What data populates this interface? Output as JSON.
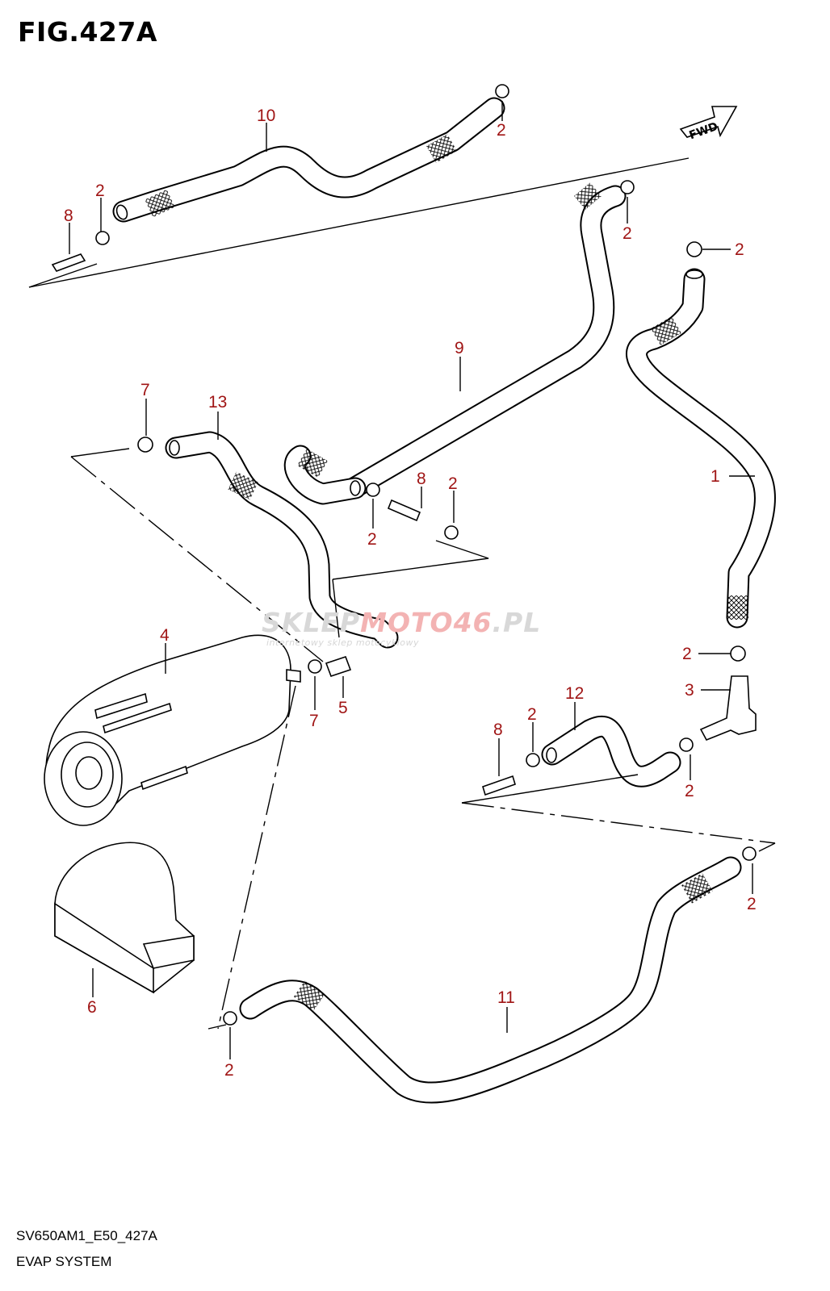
{
  "figure": {
    "title": "FIG.427A",
    "code": "SV650AM1_E50_427A",
    "name": "EVAP SYSTEM"
  },
  "direction_badge": "FWD",
  "watermark": {
    "part1": "SKLEP",
    "part2": "MOTO46",
    "part3": ".PL",
    "sub": "internetowy sklep motocyklowy"
  },
  "callouts": [
    {
      "id": "c10",
      "label": "10"
    },
    {
      "id": "c2a",
      "label": "2"
    },
    {
      "id": "c2b",
      "label": "2"
    },
    {
      "id": "c8a",
      "label": "8"
    },
    {
      "id": "c2c",
      "label": "2"
    },
    {
      "id": "c2d",
      "label": "2"
    },
    {
      "id": "c9",
      "label": "9"
    },
    {
      "id": "c7a",
      "label": "7"
    },
    {
      "id": "c13",
      "label": "13"
    },
    {
      "id": "c8b",
      "label": "8"
    },
    {
      "id": "c2e",
      "label": "2"
    },
    {
      "id": "c2f",
      "label": "2"
    },
    {
      "id": "c1",
      "label": "1"
    },
    {
      "id": "c4",
      "label": "4"
    },
    {
      "id": "c2g",
      "label": "2"
    },
    {
      "id": "c3",
      "label": "3"
    },
    {
      "id": "c7b",
      "label": "7"
    },
    {
      "id": "c5",
      "label": "5"
    },
    {
      "id": "c12",
      "label": "12"
    },
    {
      "id": "c8c",
      "label": "8"
    },
    {
      "id": "c2h",
      "label": "2"
    },
    {
      "id": "c2i",
      "label": "2"
    },
    {
      "id": "c2j",
      "label": "2"
    },
    {
      "id": "c6",
      "label": "6"
    },
    {
      "id": "c11",
      "label": "11"
    },
    {
      "id": "c2k",
      "label": "2"
    }
  ]
}
